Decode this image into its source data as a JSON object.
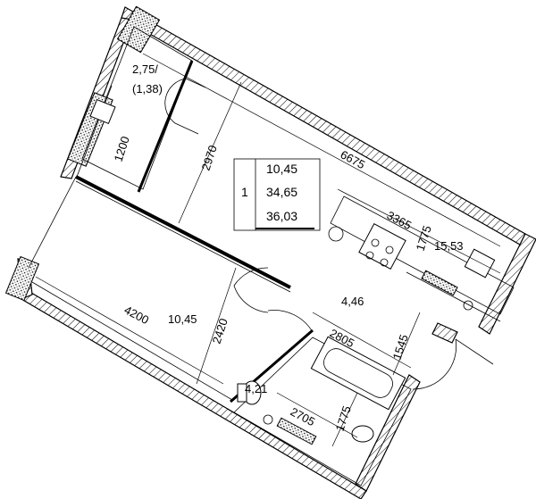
{
  "summary": {
    "apartment_number": "1",
    "living_area": "10,45",
    "total_area": "34,65",
    "total_with_balcony": "36,03"
  },
  "rooms": {
    "balcony": {
      "area": "2,75/",
      "reduced": "(1,38)"
    },
    "living_room": {
      "area": "10,45"
    },
    "kitchen": {
      "area": "15,53"
    },
    "hall": {
      "area": "4,46"
    },
    "bathroom": {
      "area": "4,21"
    }
  },
  "dimensions": {
    "d1200": "1200",
    "d2970": "2970",
    "d6675": "6675",
    "d3365": "3365",
    "d1775": "1775",
    "d4200": "4200",
    "d2420": "2420",
    "d2805": "2805",
    "d1545": "1545",
    "d2705": "2705",
    "d1775b": "1775"
  }
}
